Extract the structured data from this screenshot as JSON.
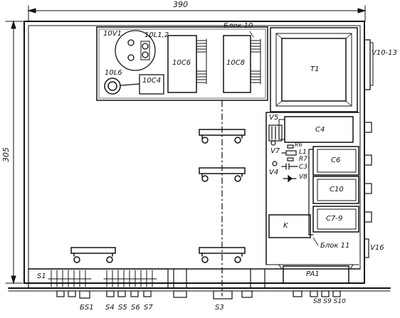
{
  "dimensions": {
    "width_label": "390",
    "height_label": "305"
  },
  "blocks": {
    "block10": "Блок 10",
    "block11": "Блок 11"
  },
  "components": {
    "c10V1": "10V1",
    "c10L1L2": "10L1,2",
    "c10L6": "10L6",
    "c10C4": "10C4",
    "c10C6": "10C6",
    "c10C8": "10C8",
    "T1": "T1",
    "V10_13": "V10-13",
    "V5": "V5",
    "C4": "C4",
    "V7": "V7",
    "R6": "R6",
    "L1": "L1",
    "R7": "R7",
    "C3": "C3",
    "V4": "V4",
    "V8": "V8",
    "C6": "C6",
    "C10": "C10",
    "C7_9": "C7-9",
    "K": "K",
    "V16": "V16",
    "PA1": "PA1",
    "S1": "S1"
  },
  "front_panel": {
    "BS1": "БS1",
    "S4": "S4",
    "S5": "S5",
    "S6": "S6",
    "S7": "S7",
    "S3": "S3",
    "S8_10": "S8 S9 S10"
  }
}
